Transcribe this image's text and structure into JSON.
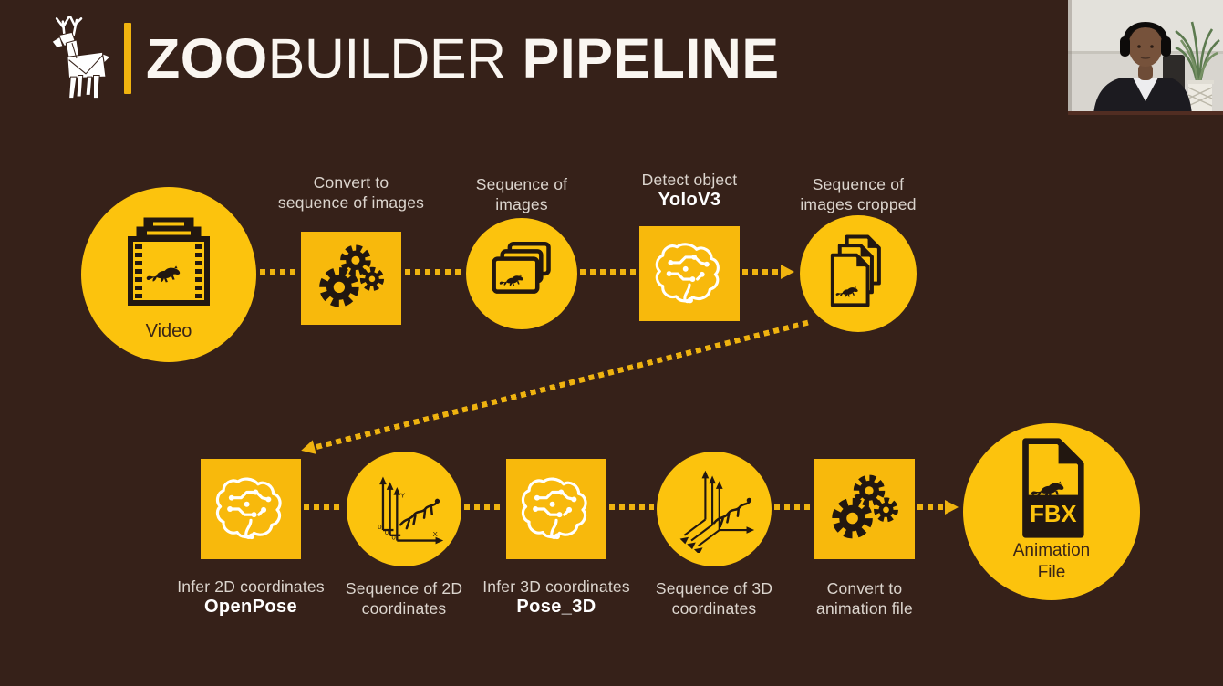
{
  "header": {
    "logo": "origami-deer-logo",
    "title": {
      "zoo": "ZOO",
      "builder": "BUILDER",
      "pipeline": "PIPELINE"
    }
  },
  "colors": {
    "background": "#362119",
    "gold_square": "#F8B90C",
    "gold_circle": "#FCC30D",
    "icon_dark": "#221710",
    "label_text": "#DCD5CE",
    "model_text": "#FFFFFF"
  },
  "pipeline": {
    "steps": [
      {
        "id": "video",
        "shape": "circle",
        "icon": "film-strip-icon",
        "label_position": "inside",
        "lines": [
          "Video"
        ]
      },
      {
        "id": "convert-to-image-sequence",
        "shape": "square",
        "icon": "gears-icon",
        "label_position": "above",
        "lines": [
          "Convert to",
          "sequence of images"
        ]
      },
      {
        "id": "sequence-of-images",
        "shape": "circle",
        "icon": "image-stack-icon",
        "label_position": "above",
        "lines": [
          "Sequence of",
          "images"
        ]
      },
      {
        "id": "detect-object",
        "shape": "square",
        "icon": "brain-circuit-icon",
        "label_position": "above",
        "lines": [
          "Detect object"
        ],
        "model": "YoloV3"
      },
      {
        "id": "sequence-of-images-cropped",
        "shape": "circle",
        "icon": "cropped-image-stack-icon",
        "label_position": "above",
        "lines": [
          "Sequence of",
          "images cropped"
        ]
      },
      {
        "id": "infer-2d-coordinates",
        "shape": "square",
        "icon": "brain-circuit-icon",
        "label_position": "below",
        "lines": [
          "Infer 2D coordinates"
        ],
        "model": "OpenPose"
      },
      {
        "id": "sequence-of-2d-coordinates",
        "shape": "circle",
        "icon": "axes-2d-skeleton-icon",
        "label_position": "below",
        "lines": [
          "Sequence of 2D",
          "coordinates"
        ]
      },
      {
        "id": "infer-3d-coordinates",
        "shape": "square",
        "icon": "brain-circuit-icon",
        "label_position": "below",
        "lines": [
          "Infer 3D coordinates"
        ],
        "model": "Pose_3D"
      },
      {
        "id": "sequence-of-3d-coordinates",
        "shape": "circle",
        "icon": "axes-3d-skeleton-icon",
        "label_position": "below",
        "lines": [
          "Sequence of 3D",
          "coordinates"
        ]
      },
      {
        "id": "convert-to-animation-file",
        "shape": "square",
        "icon": "gears-icon",
        "label_position": "below",
        "lines": [
          "Convert to",
          "animation file"
        ]
      },
      {
        "id": "animation-file",
        "shape": "circle",
        "icon": "fbx-file-icon",
        "label_position": "inside",
        "lines": [
          "Animation",
          "File"
        ],
        "file_type": "FBX"
      }
    ]
  }
}
